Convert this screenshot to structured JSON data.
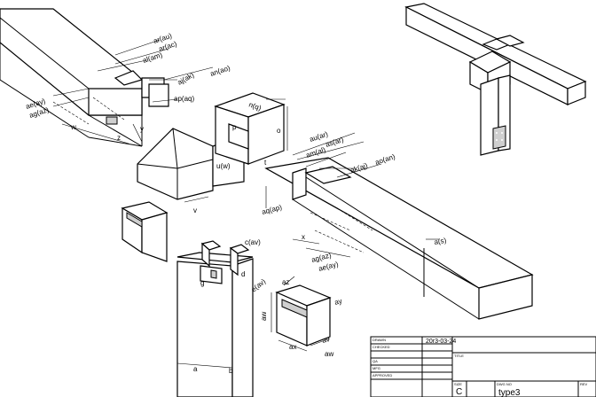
{
  "labels": {
    "ar_au": "ar(au)",
    "ar_ac": "ar(ac)",
    "al_am": "al(am)",
    "aj_ak": "aj(ak)",
    "an_ao": "an(ao)",
    "ae_ay": "ae(ay)",
    "ag_az": "ag(az)",
    "ap_aq": "ap(aq)",
    "w1": "w",
    "z1": "z",
    "y1": "y",
    "u_w": "u(w)",
    "v1": "v",
    "n_q": "n(q)",
    "p1": "p",
    "t1": "t",
    "o1": "o",
    "au_ar": "au(ar)",
    "as_ar": "as(ar)",
    "am_al": "am(al)",
    "ak_aj": "ak(aj)",
    "ao_an": "ao(an)",
    "aq_ap": "aq(ap)",
    "x1": "x",
    "ag_az2": "ag(az)",
    "ae_ay2": "ae(ay)",
    "c_av": "c(av)",
    "e_av": "e(av)",
    "d1": "d",
    "g1": "g",
    "a_s": "a(s)",
    "a1": "a",
    "b1": "b",
    "az1": "az",
    "ay1": "ay",
    "ax1": "ax",
    "aw1": "aw",
    "av1": "av",
    "aw2": "aw"
  },
  "title_block": {
    "drawn_label": "DRAWN",
    "drawn_date": "20r3-03-24",
    "checked_label": "CHECKED",
    "qa_label": "QA",
    "mfg_label": "MFG",
    "approved_label": "APPROVED",
    "title_label": "TITLE",
    "size_label": "SIZE",
    "size_value": "C",
    "dwg_label": "DWG NO",
    "dwg_value": "type3",
    "rev_label": "REV"
  }
}
